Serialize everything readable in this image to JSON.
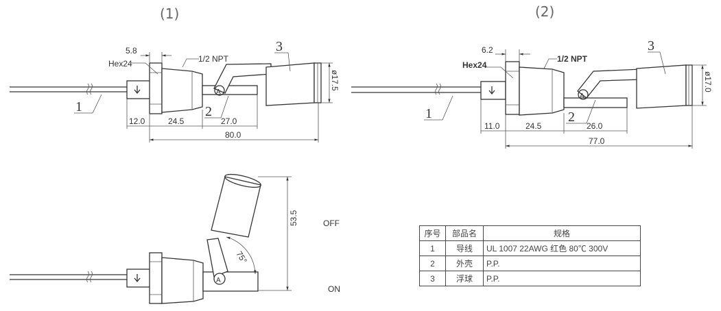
{
  "titles": {
    "fig1": "(1)",
    "fig2": "(2)"
  },
  "fig1": {
    "dims": {
      "d1": "5.8",
      "d2": "12.0",
      "d3": "24.5",
      "d4": "27.0",
      "d5": "80.0",
      "dia": "ø17.5"
    },
    "hex": "Hex24",
    "npt": "1/2 NPT",
    "parts": {
      "p1": "1",
      "p2": "2",
      "p3": "3"
    }
  },
  "fig2": {
    "dims": {
      "d1": "6.2",
      "d2": "11.0",
      "d3": "24.5",
      "d4": "26.0",
      "d5": "77.0",
      "dia": "ø17.0"
    },
    "hex": "Hex24",
    "npt": "1/2 NPT",
    "parts": {
      "p1": "1",
      "p2": "2",
      "p3": "3"
    }
  },
  "fig3": {
    "height": "53.5",
    "angle": "75°"
  },
  "states": {
    "off": "OFF",
    "on": "ON"
  },
  "table": {
    "headers": [
      "序号",
      "部品名",
      "规格"
    ],
    "rows": [
      [
        "1",
        "导线",
        "UL 1007 22AWG 红色 80℃ 300V"
      ],
      [
        "2",
        "外壳",
        "P.P."
      ],
      [
        "3",
        "浮球",
        "P.P."
      ]
    ]
  }
}
